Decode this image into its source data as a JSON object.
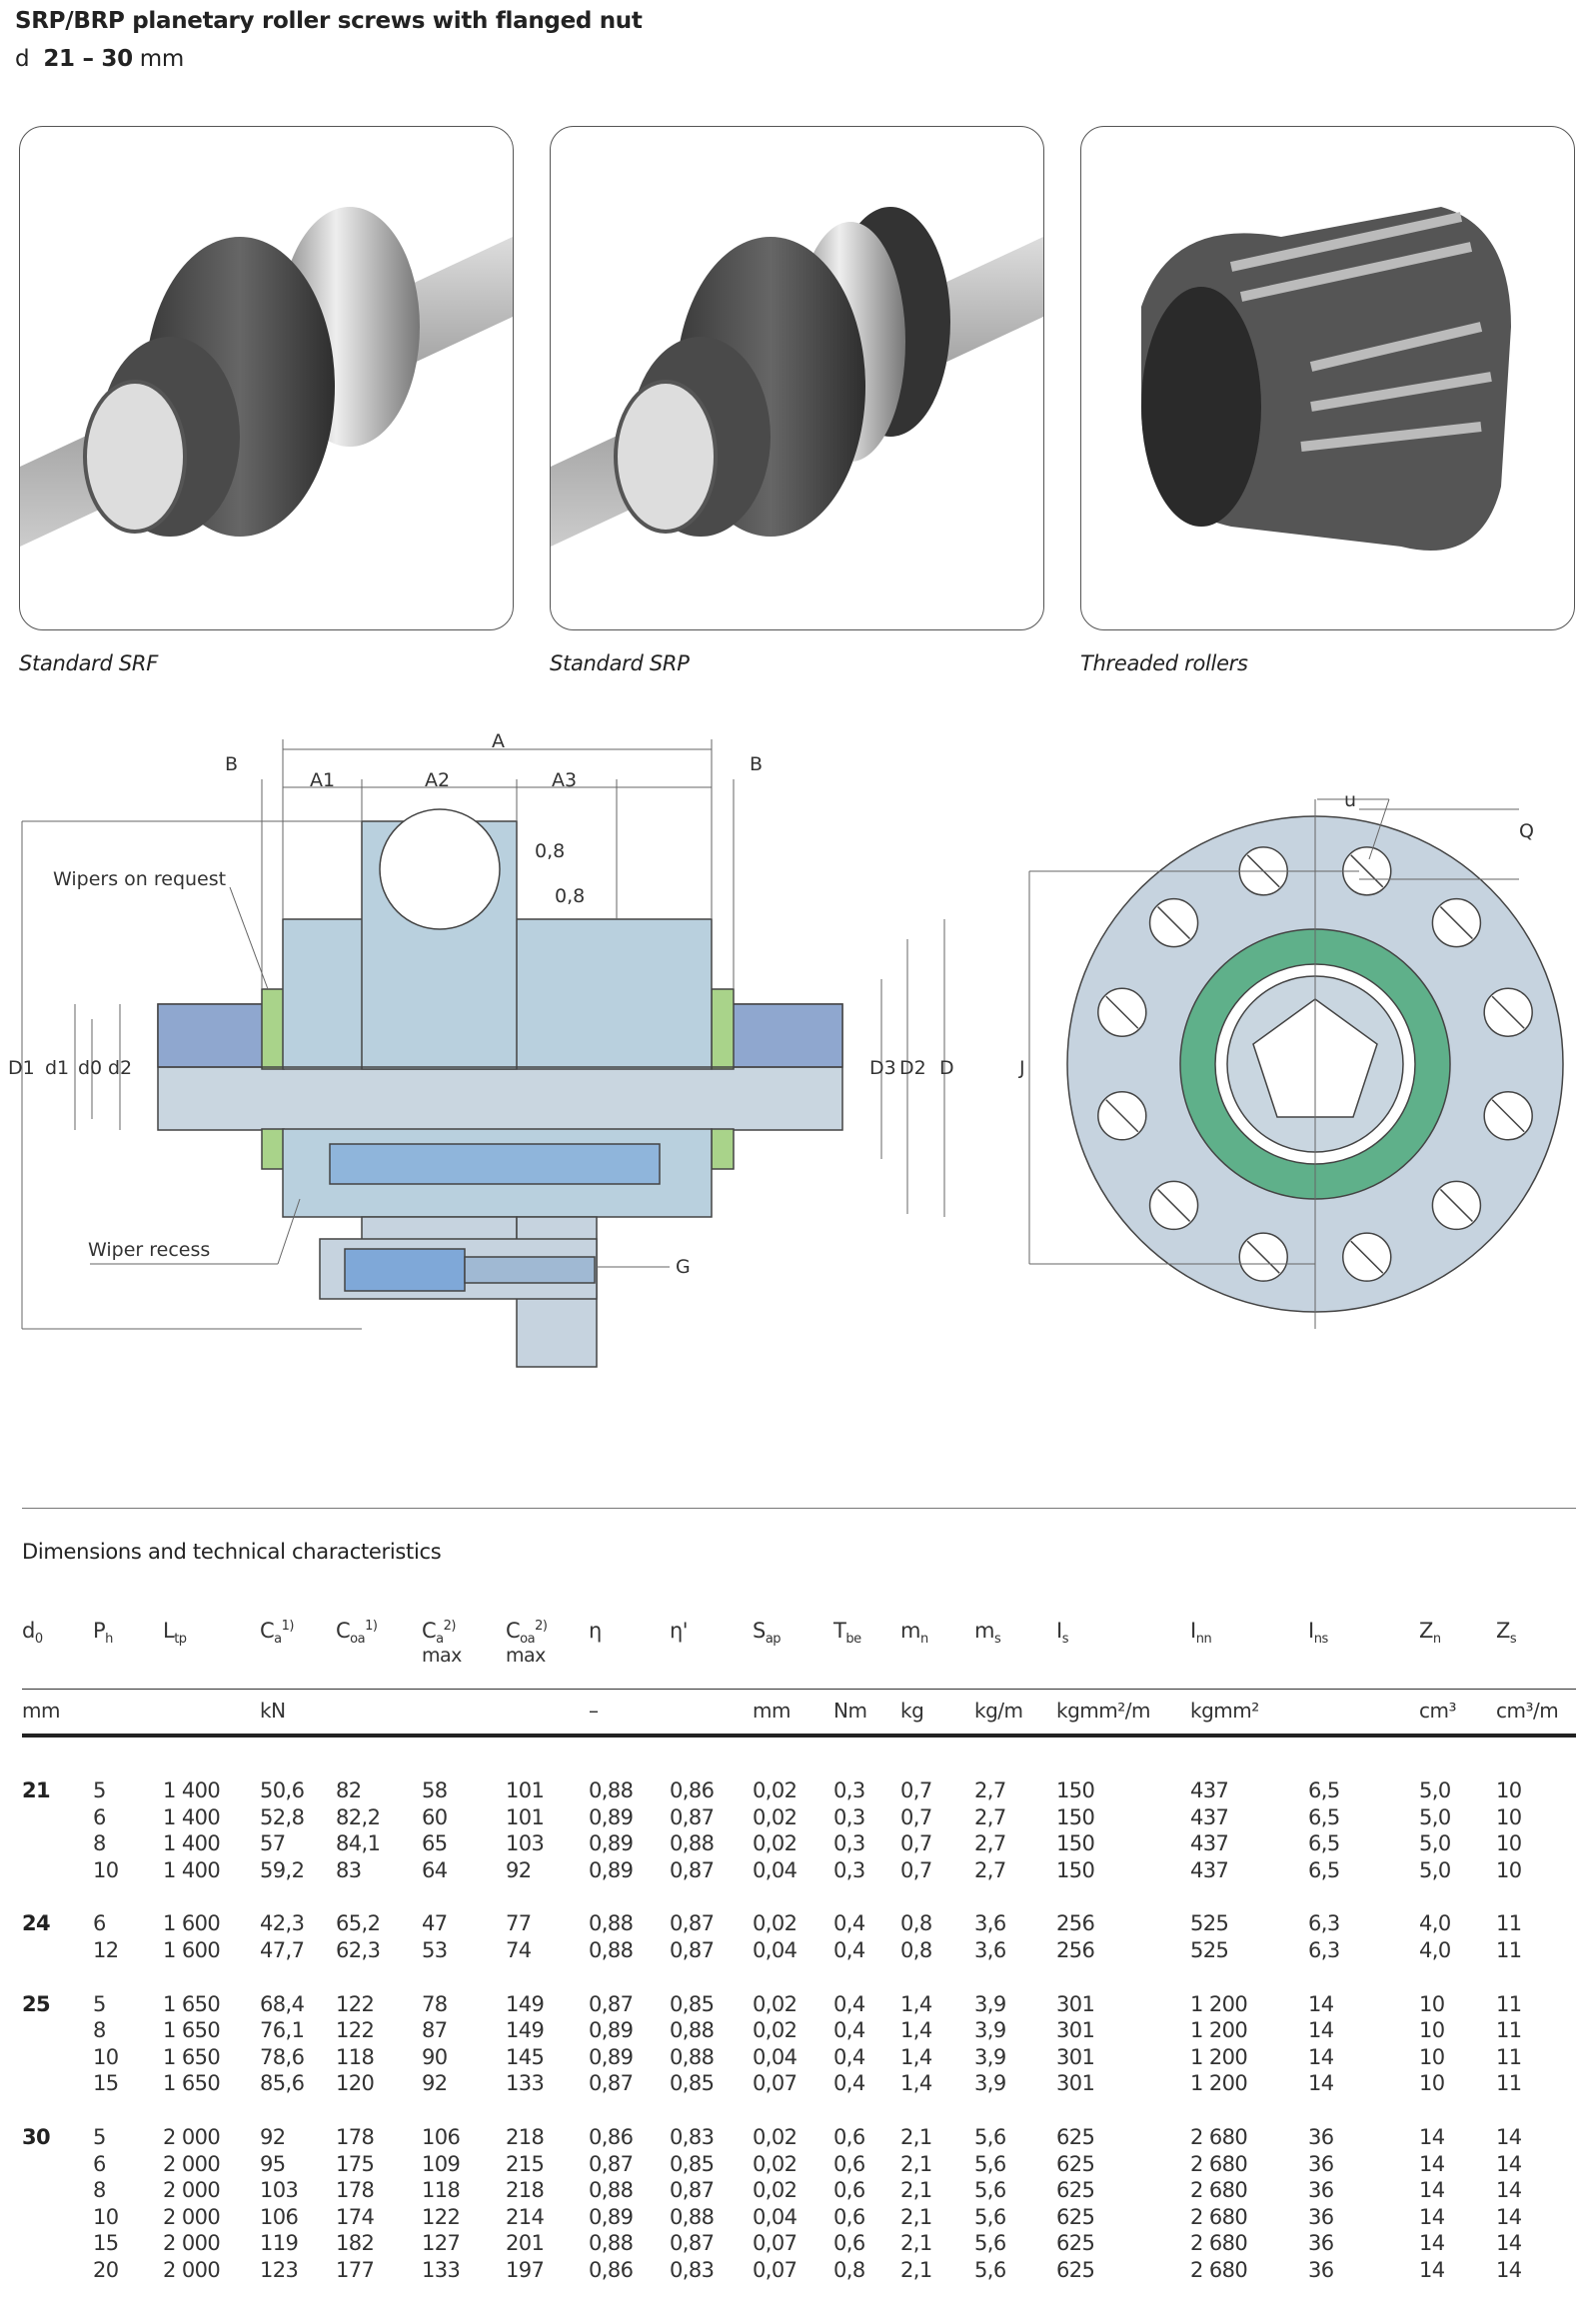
{
  "header": {
    "title": "SRP/BRP planetary roller screws with flanged nut",
    "range_prefix": "d",
    "range_value": "21 – 30",
    "range_unit": "mm"
  },
  "photos": [
    {
      "caption": "Standard SRF"
    },
    {
      "caption": "Standard SRP"
    },
    {
      "caption": "Threaded rollers"
    }
  ],
  "drawing": {
    "labels": {
      "A": "A",
      "B_left": "B",
      "B_right": "B",
      "A1": "A1",
      "A2": "A2",
      "A3": "A3",
      "chamfer1": "0,8",
      "chamfer2": "0,8",
      "wipers": "Wipers on request",
      "wiper_recess": "Wiper recess",
      "D1": "D1",
      "d1": "d1",
      "d0": "d0",
      "d2": "d2",
      "D3": "D3",
      "D2": "D2",
      "D": "D",
      "G": "G",
      "u": "u",
      "Q": "Q",
      "J": "J"
    },
    "colors": {
      "nut": "#b9d0de",
      "wiper": "#a9d38a",
      "green_ring": "#5fb08a",
      "flange": "#c6d3df"
    }
  },
  "table": {
    "title": "Dimensions and technical characteristics",
    "columns": [
      {
        "sym": "d",
        "sub": "0",
        "sup": "",
        "sub2": "",
        "unit": "mm"
      },
      {
        "sym": "P",
        "sub": "h",
        "sup": "",
        "sub2": "",
        "unit": ""
      },
      {
        "sym": "L",
        "sub": "tp",
        "sup": "",
        "sub2": "",
        "unit": ""
      },
      {
        "sym": "C",
        "sub": "a",
        "sup": "1)",
        "sub2": "",
        "unit": "kN"
      },
      {
        "sym": "C",
        "sub": "oa",
        "sup": "1)",
        "sub2": "",
        "unit": ""
      },
      {
        "sym": "C",
        "sub": "a",
        "sup": "2)",
        "sub2": "max",
        "unit": ""
      },
      {
        "sym": "C",
        "sub": "oa",
        "sup": "2)",
        "sub2": "max",
        "unit": ""
      },
      {
        "sym": "η",
        "sub": "",
        "sup": "",
        "sub2": "",
        "unit": "–"
      },
      {
        "sym": "η'",
        "sub": "",
        "sup": "",
        "sub2": "",
        "unit": ""
      },
      {
        "sym": "S",
        "sub": "ap",
        "sup": "",
        "sub2": "",
        "unit": "mm"
      },
      {
        "sym": "T",
        "sub": "be",
        "sup": "",
        "sub2": "",
        "unit": "Nm"
      },
      {
        "sym": "m",
        "sub": "n",
        "sup": "",
        "sub2": "",
        "unit": "kg"
      },
      {
        "sym": "m",
        "sub": "s",
        "sup": "",
        "sub2": "",
        "unit": "kg/m"
      },
      {
        "sym": "I",
        "sub": "s",
        "sup": "",
        "sub2": "",
        "unit": "kgmm²/m"
      },
      {
        "sym": "I",
        "sub": "nn",
        "sup": "",
        "sub2": "",
        "unit": "kgmm²"
      },
      {
        "sym": "I",
        "sub": "ns",
        "sup": "",
        "sub2": "",
        "unit": ""
      },
      {
        "sym": "Z",
        "sub": "n",
        "sup": "",
        "sub2": "",
        "unit": "cm³"
      },
      {
        "sym": "Z",
        "sub": "s",
        "sup": "",
        "sub2": "",
        "unit": "cm³/m"
      }
    ],
    "groups": [
      {
        "d0": "21",
        "rows": [
          [
            "5",
            "1 400",
            "50,6",
            "82",
            "58",
            "101",
            "0,88",
            "0,86",
            "0,02",
            "0,3",
            "0,7",
            "2,7",
            "150",
            "437",
            "6,5",
            "5,0",
            "10"
          ],
          [
            "6",
            "1 400",
            "52,8",
            "82,2",
            "60",
            "101",
            "0,89",
            "0,87",
            "0,02",
            "0,3",
            "0,7",
            "2,7",
            "150",
            "437",
            "6,5",
            "5,0",
            "10"
          ],
          [
            "8",
            "1 400",
            "57",
            "84,1",
            "65",
            "103",
            "0,89",
            "0,88",
            "0,02",
            "0,3",
            "0,7",
            "2,7",
            "150",
            "437",
            "6,5",
            "5,0",
            "10"
          ],
          [
            "10",
            "1 400",
            "59,2",
            "83",
            "64",
            "92",
            "0,89",
            "0,87",
            "0,04",
            "0,3",
            "0,7",
            "2,7",
            "150",
            "437",
            "6,5",
            "5,0",
            "10"
          ]
        ]
      },
      {
        "d0": "24",
        "rows": [
          [
            "6",
            "1 600",
            "42,3",
            "65,2",
            "47",
            "77",
            "0,88",
            "0,87",
            "0,02",
            "0,4",
            "0,8",
            "3,6",
            "256",
            "525",
            "6,3",
            "4,0",
            "11"
          ],
          [
            "12",
            "1 600",
            "47,7",
            "62,3",
            "53",
            "74",
            "0,88",
            "0,87",
            "0,04",
            "0,4",
            "0,8",
            "3,6",
            "256",
            "525",
            "6,3",
            "4,0",
            "11"
          ]
        ]
      },
      {
        "d0": "25",
        "rows": [
          [
            "5",
            "1 650",
            "68,4",
            "122",
            "78",
            "149",
            "0,87",
            "0,85",
            "0,02",
            "0,4",
            "1,4",
            "3,9",
            "301",
            "1 200",
            "14",
            "10",
            "11"
          ],
          [
            "8",
            "1 650",
            "76,1",
            "122",
            "87",
            "149",
            "0,89",
            "0,88",
            "0,02",
            "0,4",
            "1,4",
            "3,9",
            "301",
            "1 200",
            "14",
            "10",
            "11"
          ],
          [
            "10",
            "1 650",
            "78,6",
            "118",
            "90",
            "145",
            "0,89",
            "0,88",
            "0,04",
            "0,4",
            "1,4",
            "3,9",
            "301",
            "1 200",
            "14",
            "10",
            "11"
          ],
          [
            "15",
            "1 650",
            "85,6",
            "120",
            "92",
            "133",
            "0,87",
            "0,85",
            "0,07",
            "0,4",
            "1,4",
            "3,9",
            "301",
            "1 200",
            "14",
            "10",
            "11"
          ]
        ]
      },
      {
        "d0": "30",
        "rows": [
          [
            "5",
            "2 000",
            "92",
            "178",
            "106",
            "218",
            "0,86",
            "0,83",
            "0,02",
            "0,6",
            "2,1",
            "5,6",
            "625",
            "2 680",
            "36",
            "14",
            "14"
          ],
          [
            "6",
            "2 000",
            "95",
            "175",
            "109",
            "215",
            "0,87",
            "0,85",
            "0,02",
            "0,6",
            "2,1",
            "5,6",
            "625",
            "2 680",
            "36",
            "14",
            "14"
          ],
          [
            "8",
            "2 000",
            "103",
            "178",
            "118",
            "218",
            "0,88",
            "0,87",
            "0,02",
            "0,6",
            "2,1",
            "5,6",
            "625",
            "2 680",
            "36",
            "14",
            "14"
          ],
          [
            "10",
            "2 000",
            "106",
            "174",
            "122",
            "214",
            "0,89",
            "0,88",
            "0,04",
            "0,6",
            "2,1",
            "5,6",
            "625",
            "2 680",
            "36",
            "14",
            "14"
          ],
          [
            "15",
            "2 000",
            "119",
            "182",
            "127",
            "201",
            "0,88",
            "0,87",
            "0,07",
            "0,6",
            "2,1",
            "5,6",
            "625",
            "2 680",
            "36",
            "14",
            "14"
          ],
          [
            "20",
            "2 000",
            "123",
            "177",
            "133",
            "197",
            "0,86",
            "0,83",
            "0,07",
            "0,8",
            "2,1",
            "5,6",
            "625",
            "2 680",
            "36",
            "14",
            "14"
          ]
        ]
      }
    ]
  }
}
